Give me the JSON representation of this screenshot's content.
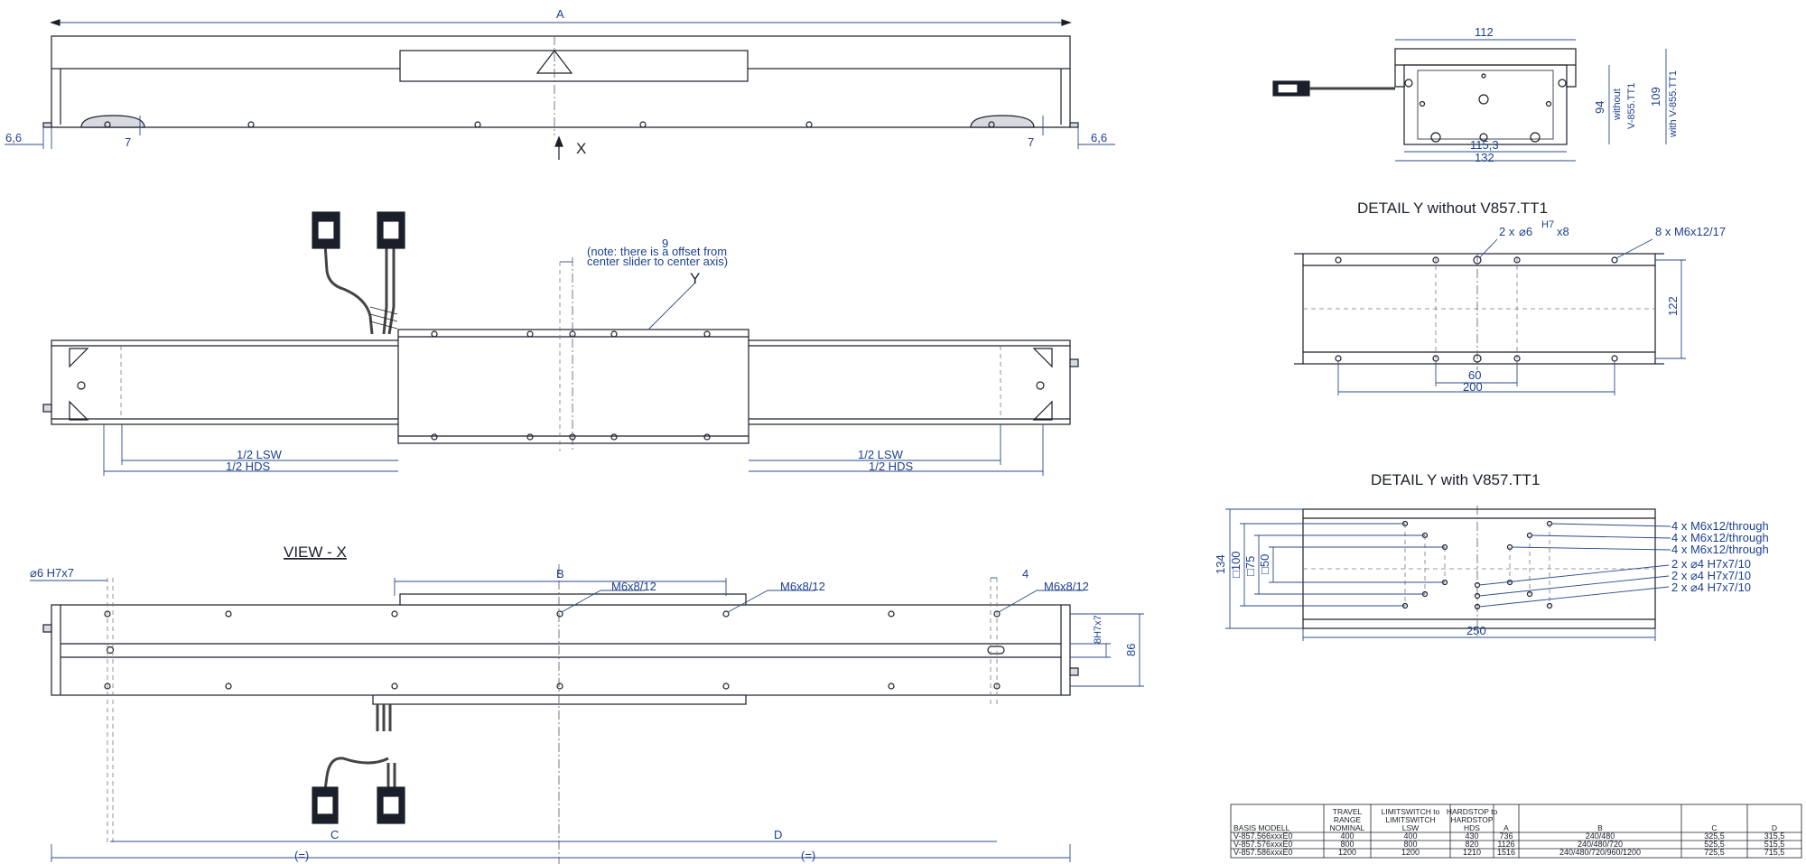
{
  "top_view": {
    "dim_a": "A",
    "dim_left": "6,6",
    "dim_right": "6,6",
    "dim_7_left": "7",
    "dim_7_right": "7",
    "view_arrow": "X"
  },
  "end_view": {
    "w_top": "112",
    "w_inner": "115,3",
    "w_bottom": "132",
    "h1": "94",
    "h1_note1": "without",
    "h1_note2": "V-855.TT1",
    "h2": "109",
    "h2_note": "with V-855.TT1"
  },
  "middle_view": {
    "note_9": "9",
    "note_line1": "(note: there is a offset from",
    "note_line2": "center slider to center axis)",
    "label_y": "Y",
    "lsw_left": "1/2 LSW",
    "hds_left": "1/2 HDS",
    "lsw_right": "1/2 LSW",
    "hds_right": "1/2 HDS"
  },
  "detail_y1": {
    "title": "DETAIL Y without V857.TT1",
    "holes_pre": "2 x",
    "holes_sym": "⌀6",
    "holes_tol": "H7",
    "holes_post": "x8",
    "thread": "8 x M6x12/17",
    "h": "122",
    "w60": "60",
    "w200": "200"
  },
  "detail_y2": {
    "title": "DETAIL Y with V857.TT1",
    "t1": "4 x M6x12/through",
    "t2": "4 x M6x12/through",
    "t3": "4 x M6x12/through",
    "p1": "2 x  ⌀4 H7x7/10",
    "p2": "2 x  ⌀4 H7x7/10",
    "p3": "2 x  ⌀4 H7x7/10",
    "d134": "134",
    "d100": "□100",
    "d75": "□75",
    "d50": "□50",
    "w250": "250"
  },
  "view_x": {
    "title": "VIEW - X",
    "pin": "⌀6 H7x7",
    "dim_b": "B",
    "m1": "M6x8/12",
    "m2": "M6x8/12",
    "m3": "M6x8/12",
    "d4": "4",
    "d8h7": "8H7x7",
    "d86": "86",
    "dim_c": "C",
    "dim_d": "D",
    "eq1": "(=)",
    "eq2": "(=)"
  },
  "table": {
    "headers": [
      "BASIS MODELL",
      "TRAVEL RANGE NOMINAL",
      "LIMITSWITCH to LIMITSWITCH LSW",
      "HARDSTOP to HARDSTOP HDS",
      "A",
      "B",
      "C",
      "D"
    ],
    "header_lines": [
      [
        "BASIS MODELL"
      ],
      [
        "TRAVEL",
        "RANGE",
        "NOMINAL"
      ],
      [
        "LIMITSWITCH to",
        "LIMITSWITCH",
        "LSW"
      ],
      [
        "HARDSTOP to",
        "HARDSTOP",
        "HDS"
      ],
      [
        "A"
      ],
      [
        "B"
      ],
      [
        "C"
      ],
      [
        "D"
      ]
    ],
    "rows": [
      [
        "V-857.566xxxE0",
        "400",
        "400",
        "430",
        "736",
        "240/480",
        "325,5",
        "315,5"
      ],
      [
        "V-857.576xxxE0",
        "800",
        "800",
        "820",
        "1126",
        "240/480/720",
        "525,5",
        "515,5"
      ],
      [
        "V-857.586xxxE0",
        "1200",
        "1200",
        "1210",
        "1516",
        "240/480/720/960/1200",
        "725,5",
        "715,5"
      ]
    ]
  }
}
